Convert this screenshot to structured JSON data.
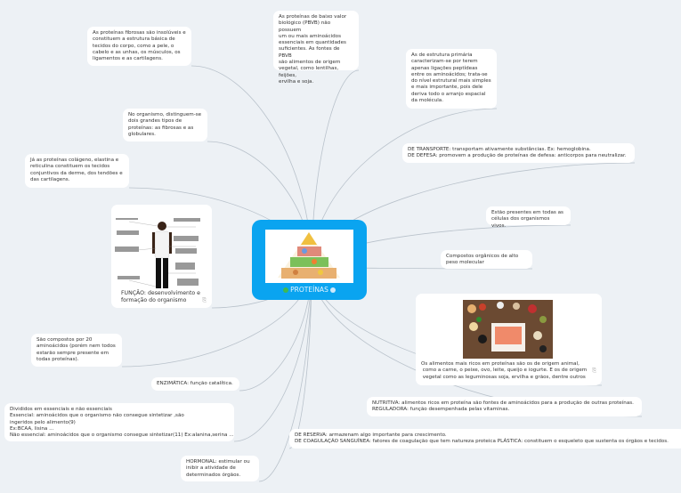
{
  "central": {
    "title": "PROTEÍNAS",
    "status_icon": "check-circle-icon",
    "link_icon": "link-icon",
    "image_alt": "food-pyramid-image"
  },
  "nodes": {
    "fibrosas": "As proteínas fibrosas são insolúveis e\nconstituem a estrutura básica de\ntecidos do corpo, como a pele, o\ncabelo e as unhas, os músculos, os\nligamentos e as cartilagens.",
    "pbvb": "As proteínas de baixo valor\nbiológico (PBVB) não possuem\num ou mais aminoácidos\nessenciais em quantidades\nsuficientes. As fontes de PBVB\nsão alimentos de origem\nvegetal, como lentilhas, feijões,\nervilha e soja.",
    "estrutura": "As de estrutura primária\ncaracterizam-se por terem\napenas ligações peptídeas\nentre os aminoácidos; trata-se\ndo nível estrutural mais simples\ne mais importante, pois dele\nderiva todo o arranjo espacial\nda molécula.",
    "organismo": "No organismo, distinguem-se\ndois grandes tipos de\nproteínas: as fibrosas e as\nglobulares.",
    "colageno": "Já as proteínas colágeno, elastina e\nreticulina constituem os tecidos\nconjuntivos da derme, dos tendões e\ndas cartilagens.",
    "transporte": "DE TRANSPORTE: transportam ativamente substâncias. Ex: hemoglobina.\nDE DEFESA: promovem a produção de proteínas de defesa: anticorpos para neutralizar.",
    "funcao": "FUNÇÃO: desenvolvimento e\nformação do organismo",
    "presentes": "Estão presentes em todas as\ncélulas dos organismos vivos.",
    "compostos_org": "Compostos orgânicos de alto\npeso molecular",
    "alimentos": "Os alimentos mais ricos em proteínas são os de origem animal,\n como a carne, o peixe, ovo, leite, queijo e iogurte. E os de origem\n vegetal como as leguminosas soja, ervilha e grãos, dentre outros",
    "vinte": " São compostos por 20\naminoácidos (porém nem todos\nestarão sempre presente em\ntodas proteínas).",
    "enzimatica": "ENZIMÁTICA: função catalítica.",
    "divididos": "Divididos em essenciais e não essenciais\nEssencial: aminoácidos que o organismo não consegue sintetizar ,são\ningeridos pelo alimento(9)\nEx:BCAA, lisina ...\nNão essencial: aminoácidos que o organismo consegue sintetizar(11) Ex:alanina,serina ...",
    "nutritiva": "NUTRITIVA: alimentos ricos em proteína são fontes de aminoácidos para a produção de outras proteínas.\nREGULADORA: função desempenhada pelas vitaminas.",
    "reserva": "DE RESERVA: armazenam algo importante para crescimento.\nDE COAGULAÇÃO SANGUÍNEA: fatores de coagulação que tem natureza proteica PLÁSTICA: constituem o esqueleto que sustenta os órgãos e tecidos.",
    "hormonal": "HORMONAL: estimular ou\ninibir a atividade de\ndeterminados órgãos."
  },
  "colors": {
    "central": "#0aa4f0",
    "background": "#edf1f5",
    "link": "#b9c2cb"
  }
}
